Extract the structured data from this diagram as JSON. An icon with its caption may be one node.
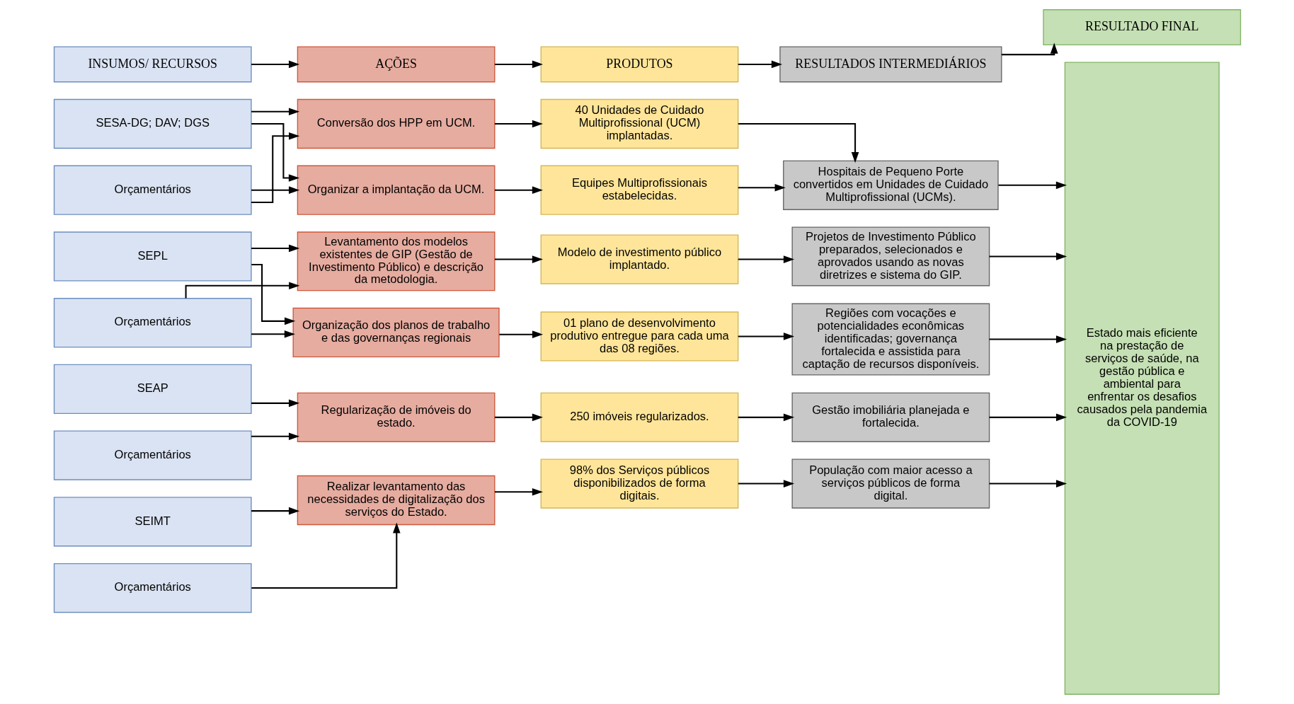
{
  "diagram": {
    "nodes": [
      {
        "text": [
          "INSUMOS/ RECURSOS"
        ]
      },
      {
        "text": [
          "AÇÕES"
        ]
      },
      {
        "text": [
          "PRODUTOS"
        ]
      },
      {
        "text": [
          "RESULTADOS INTERMEDIÁRIOS"
        ]
      },
      {
        "text": [
          "RESULTADO FINAL"
        ]
      },
      {
        "text": [
          "SESA-DG; DAV; DGS"
        ]
      },
      {
        "text": [
          "Conversão dos HPP em UCM."
        ]
      },
      {
        "text": [
          "40 Unidades de Cuidado Multiprofissional (UCM) implantadas."
        ]
      },
      {
        "text": [
          "Hospitais de Pequeno Porte convertidos em Unidades de Cuidado Multiprofissional (UCMs)."
        ]
      },
      {
        "text": [
          "Estado mais eficiente na prestação de serviços de saúde, na gestão pública e ambiental para enfrentar os desafios causados pela pandemia da COVID-19"
        ]
      },
      {
        "text": [
          "Orçamentários"
        ]
      },
      {
        "text": [
          "Organizar a implantação da UCM."
        ]
      },
      {
        "text": [
          "Equipes Multiprofissionais estabelecidas."
        ]
      },
      {
        "text": [
          "SEPL"
        ]
      },
      {
        "text": [
          "Levantamento dos modelos existentes de GIP (Gestão de Investimento Público) e descrição da metodologia."
        ]
      },
      {
        "text": [
          "Modelo de investimento público implantado."
        ]
      },
      {
        "text": [
          "Projetos de Investimento Público preparados, selecionados e aprovados usando as novas diretrizes e sistema do GIP."
        ]
      },
      {
        "text": [
          "Orçamentários"
        ]
      },
      {
        "text": [
          "Organização dos planos de trabalho e das governanças regionais"
        ]
      },
      {
        "text": [
          "01 plano de desenvolvimento produtivo entregue para cada uma das 08 regiões."
        ]
      },
      {
        "text": [
          "Regiões com vocações e potencialidades econômicas identificadas; governança fortalecida e assistida para captação de recursos disponíveis."
        ]
      },
      {
        "text": [
          "SEAP"
        ]
      },
      {
        "text": [
          "Regularização de imóveis do estado."
        ]
      },
      {
        "text": [
          "250 imóveis regularizados."
        ]
      },
      {
        "text": [
          "Gestão imobiliária planejada e fortalecida."
        ]
      },
      {
        "text": [
          "Orçamentários"
        ]
      },
      {
        "text": [
          "SEIMT"
        ]
      },
      {
        "text": [
          "Realizar levantamento das necessidades de digitalização dos serviços do Estado."
        ]
      },
      {
        "text": [
          "98% dos Serviços públicos disponibilizados de forma digitais."
        ]
      },
      {
        "text": [
          "População com maior acesso a serviços públicos de forma digital."
        ]
      },
      {
        "text": [
          "Orçamentários"
        ]
      }
    ],
    "edges": [
      {
        "from": 0,
        "to": 1,
        "arrow": "to"
      },
      {
        "from": 1,
        "to": 2,
        "arrow": "to"
      },
      {
        "from": 2,
        "to": 3,
        "arrow": "to"
      },
      {
        "from": 3,
        "to": 4,
        "arrow": "to"
      },
      {
        "from": 5,
        "to": 6,
        "arrow": "to"
      },
      {
        "from": 5,
        "to": 11,
        "arrow": "to"
      },
      {
        "from": 10,
        "to": 6,
        "arrow": "to"
      },
      {
        "from": 10,
        "to": 11,
        "arrow": "to"
      },
      {
        "from": 6,
        "to": 7,
        "arrow": "to"
      },
      {
        "from": 11,
        "to": 12,
        "arrow": "to"
      },
      {
        "from": 7,
        "to": 8,
        "arrow": "to"
      },
      {
        "from": 12,
        "to": 8,
        "arrow": "to"
      },
      {
        "from": 8,
        "to": 9,
        "arrow": "to"
      },
      {
        "from": 13,
        "to": 14,
        "arrow": "to"
      },
      {
        "from": 13,
        "to": 18,
        "arrow": "to"
      },
      {
        "from": 17,
        "to": 14,
        "arrow": "to"
      },
      {
        "from": 17,
        "to": 18,
        "arrow": "to"
      },
      {
        "from": 14,
        "to": 15,
        "arrow": "to"
      },
      {
        "from": 18,
        "to": 19,
        "arrow": "to"
      },
      {
        "from": 15,
        "to": 16,
        "arrow": "to"
      },
      {
        "from": 19,
        "to": 20,
        "arrow": "to"
      },
      {
        "from": 16,
        "to": 9,
        "arrow": "to"
      },
      {
        "from": 20,
        "to": 9,
        "arrow": "to"
      },
      {
        "from": 21,
        "to": 22,
        "arrow": "to"
      },
      {
        "from": 25,
        "to": 22,
        "arrow": "to"
      },
      {
        "from": 22,
        "to": 23,
        "arrow": "to"
      },
      {
        "from": 23,
        "to": 24,
        "arrow": "to"
      },
      {
        "from": 24,
        "to": 9,
        "arrow": "to"
      },
      {
        "from": 26,
        "to": 27,
        "arrow": "to"
      },
      {
        "from": 30,
        "to": 27,
        "arrow": "to"
      },
      {
        "from": 27,
        "to": 28,
        "arrow": "to"
      },
      {
        "from": 28,
        "to": 29,
        "arrow": "to"
      },
      {
        "from": 29,
        "to": 9,
        "arrow": "to"
      }
    ]
  }
}
